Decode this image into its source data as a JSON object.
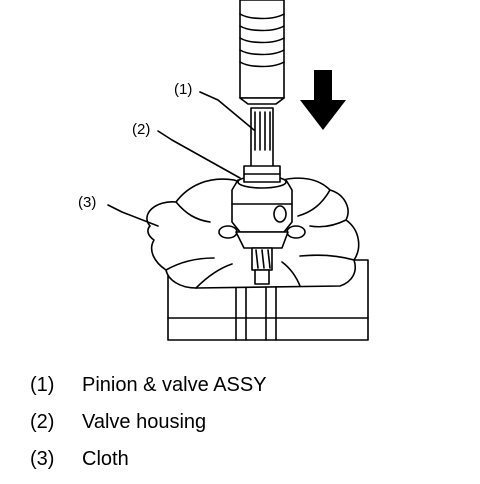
{
  "figure": {
    "callouts": [
      {
        "id": "1",
        "label": "(1)"
      },
      {
        "id": "2",
        "label": "(2)"
      },
      {
        "id": "3",
        "label": "(3)"
      }
    ]
  },
  "legend": {
    "items": [
      {
        "num": "(1)",
        "text": "Pinion & valve ASSY"
      },
      {
        "num": "(2)",
        "text": "Valve housing"
      },
      {
        "num": "(3)",
        "text": "Cloth"
      }
    ]
  }
}
